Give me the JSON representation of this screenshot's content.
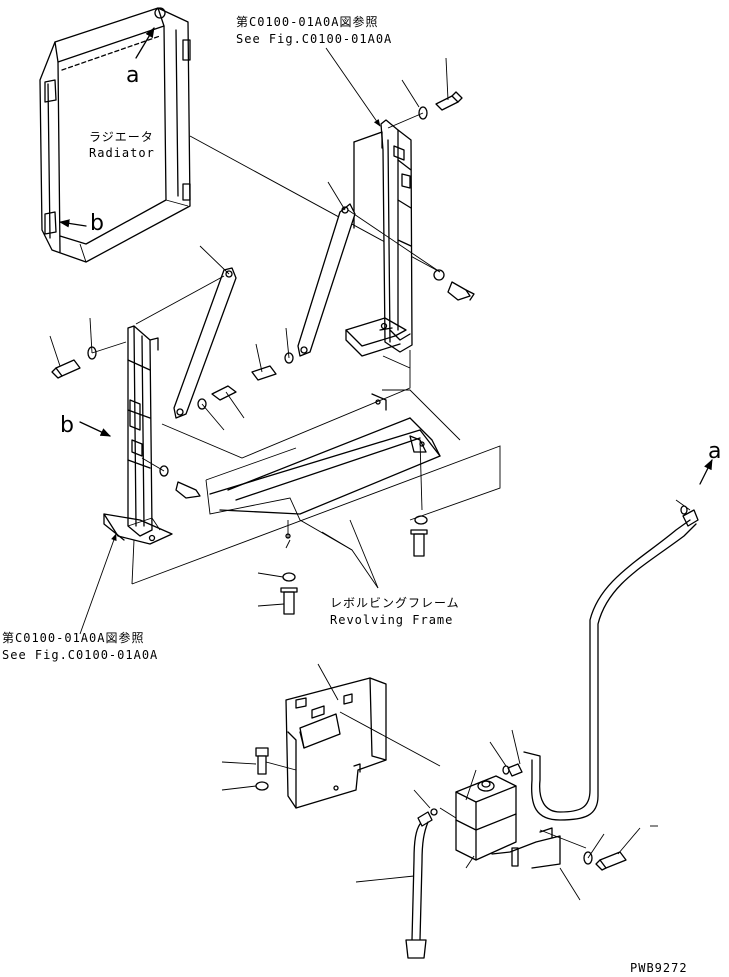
{
  "labels": {
    "ref_top_jp": "第C0100-01A0A図参照",
    "ref_top_en": "See Fig.C0100-01A0A",
    "radiator_jp": "ラジエータ",
    "radiator_en": "Radiator",
    "ref_left_jp": "第C0100-01A0A図参照",
    "ref_left_en": "See Fig.C0100-01A0A",
    "frame_jp": "レボルビングフレーム",
    "frame_en": "Revolving Frame",
    "view_a_top": "a",
    "view_a_right": "a",
    "view_b_radiator": "b",
    "view_b_left": "b",
    "drawing_code": "PWB9272"
  }
}
